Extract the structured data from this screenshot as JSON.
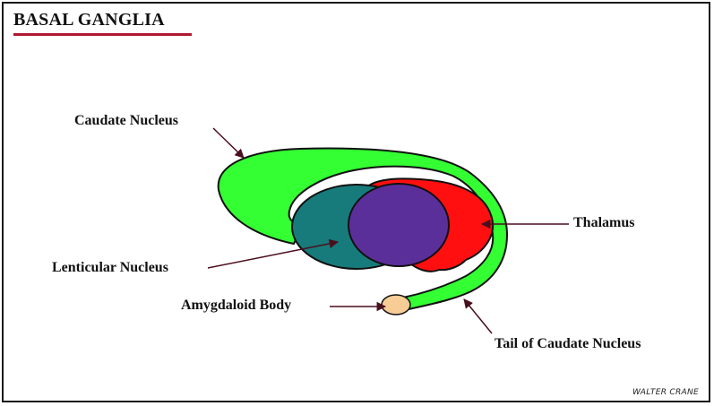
{
  "title": "BASAL GANGLIA",
  "labels": {
    "caudate_nucleus": "Caudate Nucleus",
    "thalamus": "Thalamus",
    "lenticular_nucleus": "Lenticular Nucleus",
    "amygdaloid_body": "Amygdaloid Body",
    "tail_of_caudate_nucleus": "Tail of Caudate Nucleus"
  },
  "signature": "WALTER CRANE",
  "colors": {
    "caudate": "#33ff33",
    "thalamus": "#ff0f0f",
    "lenticular": "#177b7b",
    "globus_center": "#5b2f9a",
    "amygdala": "#f7cd95",
    "arrow": "#4a0f1e",
    "title_underline": "#b01832"
  }
}
